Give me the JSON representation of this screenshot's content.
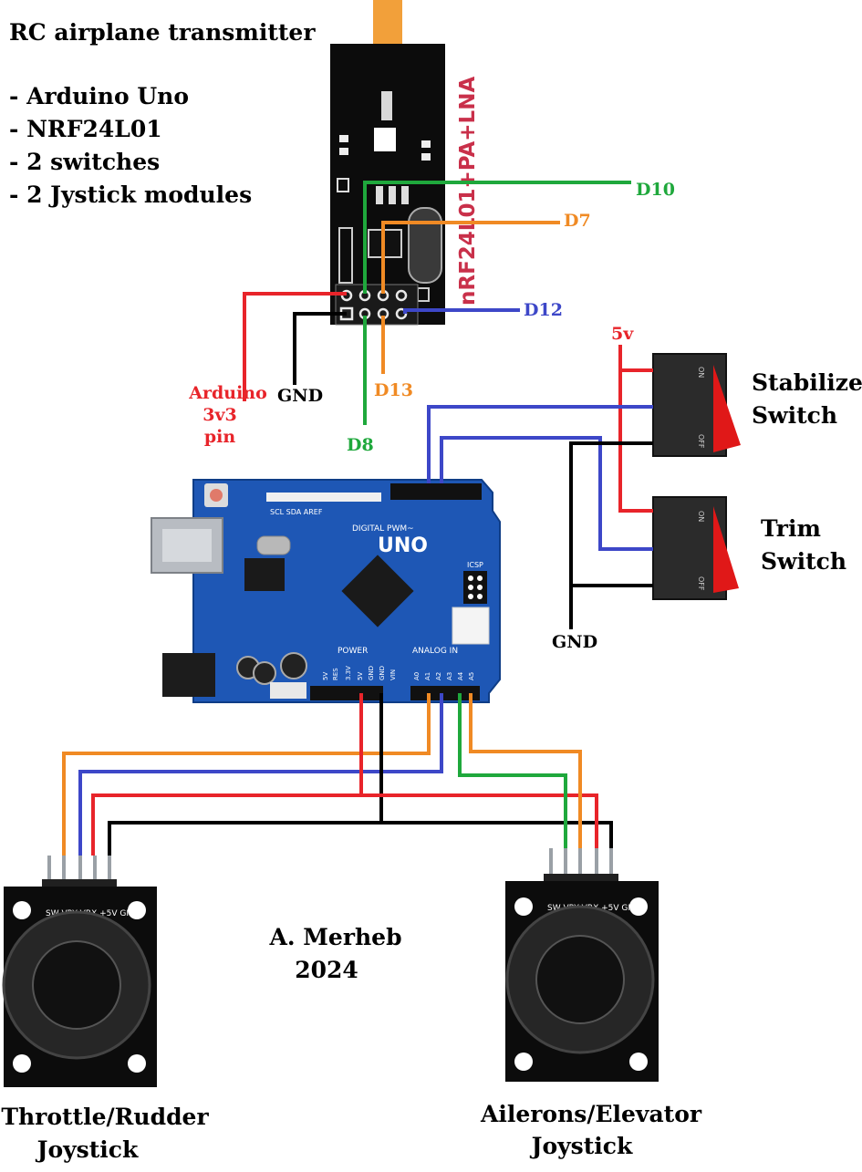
{
  "title": "RC airplane transmitter",
  "components": [
    "- Arduino Uno",
    "- NRF24L01",
    "- 2 switches",
    "- 2 Jystick modules"
  ],
  "nrf_module": {
    "side_text": "nRF24L01+PA+LNA",
    "pins": {
      "d10": "D10",
      "d7": "D7",
      "d12": "D12",
      "d13": "D13",
      "d8": "D8",
      "gnd": "GND"
    },
    "power_label_lines": [
      "Arduino",
      "3v3",
      "pin"
    ]
  },
  "arduino": {
    "board_text": "UNO",
    "digital_label": "DIGITAL PWM~",
    "power_label": "POWER",
    "analog_label": "ANALOG IN",
    "icsp_label": "ICSP",
    "power_pins": [
      "5V",
      "RES",
      "3.3V",
      "5V",
      "GND",
      "GND",
      "VIN"
    ],
    "analog_pins": [
      "A0",
      "A1",
      "A2",
      "A3",
      "A4",
      "A5"
    ],
    "top_text": "SCL SDA AREF"
  },
  "switches": {
    "vcc_label": "5v",
    "gnd_label": "GND",
    "stabilize_lines": [
      "Stabilize",
      "Switch"
    ],
    "trim_lines": [
      "Trim",
      "Switch"
    ],
    "on_text": "ON",
    "off_text": "OFF"
  },
  "joysticks": {
    "pin_text": "SW VRY VRX +5V GND",
    "left_lines": [
      "Throttle/Rudder",
      "Joystick"
    ],
    "right_lines": [
      "Ailerons/Elevator",
      "Joystick"
    ]
  },
  "author": {
    "name": "A. Merheb",
    "year": "2024"
  },
  "colors": {
    "red": "#e8242a",
    "orange": "#f08a24",
    "green": "#1fa83c",
    "blue": "#3d47c8",
    "black": "#000000",
    "board_blue": "#1e57b5",
    "pcb_black": "#0c0c0c",
    "switch_red": "#e01818"
  }
}
